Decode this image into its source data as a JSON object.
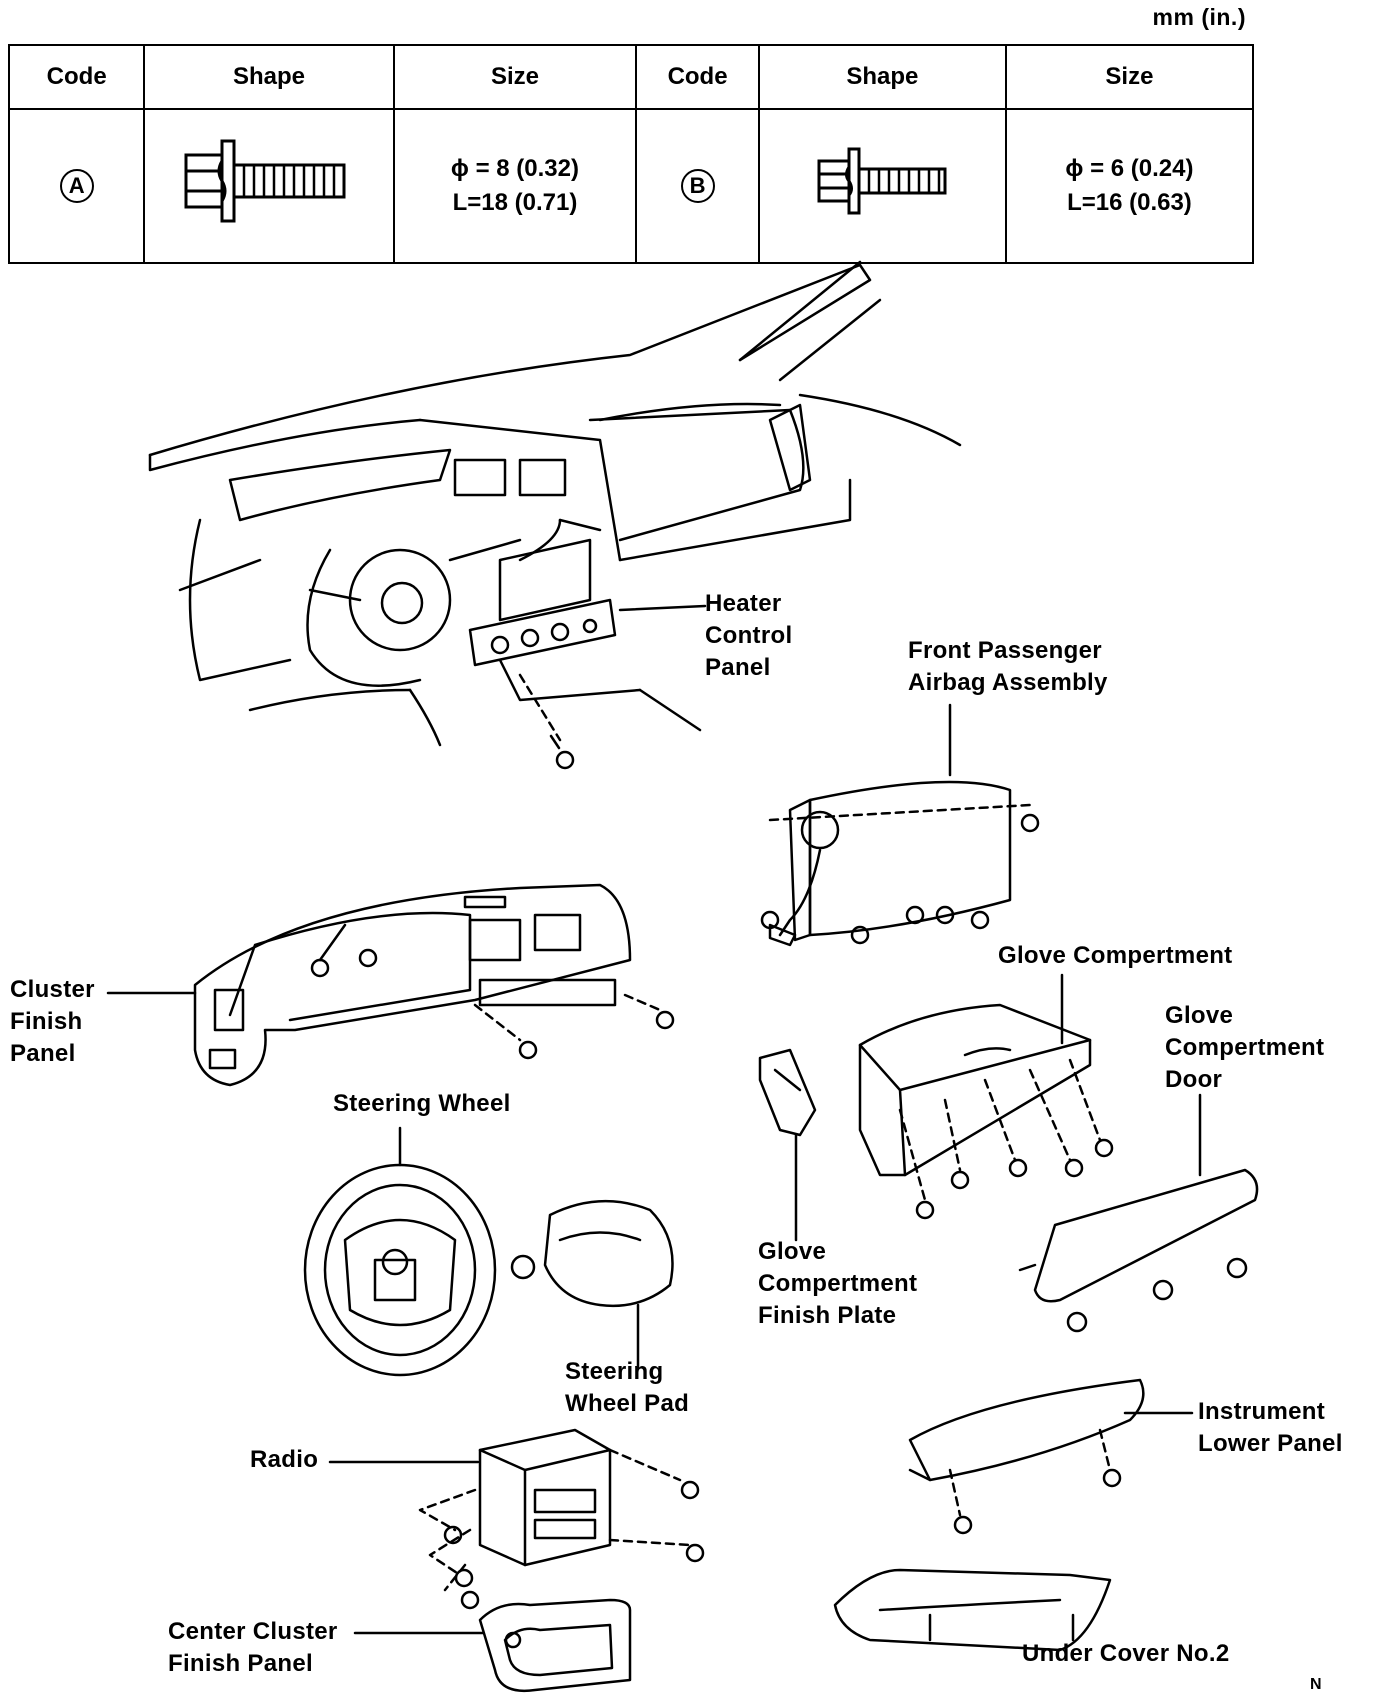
{
  "units": "mm (in.)",
  "table": {
    "headers": [
      "Code",
      "Shape",
      "Size",
      "Code",
      "Shape",
      "Size"
    ],
    "rows": [
      {
        "code": "A",
        "shape_icon": "flange-bolt-icon",
        "size_line1": "ϕ = 8 (0.32)",
        "size_line2": "L=18 (0.71)"
      },
      {
        "code": "B",
        "shape_icon": "flange-bolt-small-icon",
        "size_line1": "ϕ = 6 (0.24)",
        "size_line2": "L=16 (0.63)"
      }
    ]
  },
  "labels": {
    "heater_control_panel": [
      "Heater",
      "Control",
      "Panel"
    ],
    "front_passenger_airbag": [
      "Front Passenger",
      "Airbag Assembly"
    ],
    "cluster_finish_panel": [
      "Cluster",
      "Finish",
      "Panel"
    ],
    "glove_compartment": "Glove Compertment",
    "glove_compartment_door": [
      "Glove",
      "Compertment",
      "Door"
    ],
    "steering_wheel": "Steering Wheel",
    "glove_compartment_finish_plate": [
      "Glove",
      "Compertment",
      "Finish Plate"
    ],
    "steering_wheel_pad": [
      "Steering",
      "Wheel Pad"
    ],
    "radio": "Radio",
    "instrument_lower_panel": [
      "Instrument",
      "Lower Panel"
    ],
    "center_cluster_finish_panel": [
      "Center Cluster",
      "Finish Panel"
    ],
    "under_cover": "Under Cover No.2"
  },
  "figure_id": "N"
}
